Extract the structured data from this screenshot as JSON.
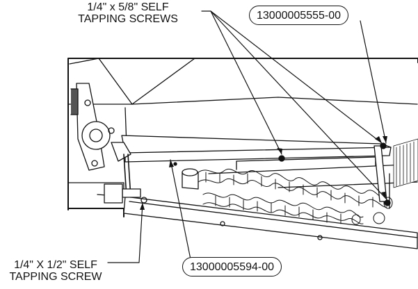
{
  "callouts": {
    "top_screws": [
      "1/4\" x 5/8\" SELF",
      "TAPPING SCREWS"
    ],
    "bottom_screw": [
      "1/4\" X 1/2\" SELF",
      "TAPPING SCREW"
    ]
  },
  "part_numbers": {
    "top": "13000005555-00",
    "bottom": "13000005594-00"
  }
}
